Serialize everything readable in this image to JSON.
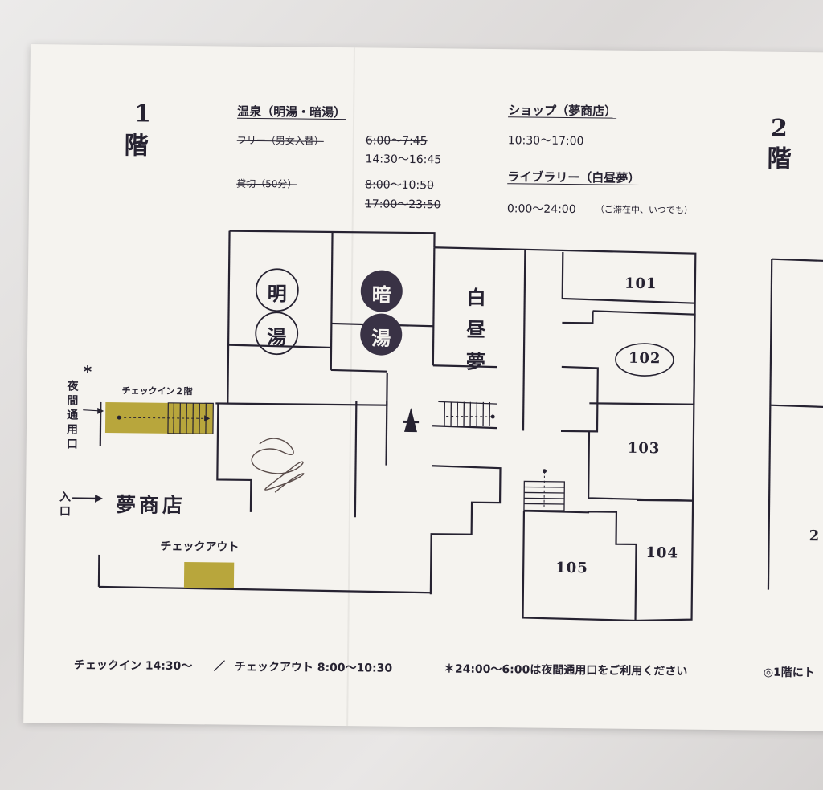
{
  "floors": {
    "floor1_number": "1",
    "floor1_label": "階",
    "floor2_number": "2",
    "floor2_label": "階"
  },
  "hot_spring": {
    "title": "温泉（明湯・暗湯）",
    "free_label": "フリー（男女入替）",
    "free_times": [
      "6:00～7:45",
      "14:30～16:45"
    ],
    "private_label": "貸切（50分）",
    "private_times": [
      "8:00～10:50",
      "17:00～23:50"
    ]
  },
  "shop": {
    "title": "ショップ（夢商店）",
    "hours": "10:30～17:00"
  },
  "library": {
    "title": "ライブラリー（白昼夢）",
    "hours": "0:00～24:00",
    "note": "（ご滞在中、いつでも）"
  },
  "map": {
    "bath_a_chars": [
      "明",
      "湯"
    ],
    "bath_b_chars": [
      "暗",
      "湯"
    ],
    "library_chars": [
      "白",
      "昼",
      "夢"
    ],
    "rooms": [
      "101",
      "102",
      "103",
      "104",
      "105"
    ],
    "night_entrance_star": "*",
    "night_entrance_chars": [
      "夜",
      "間",
      "通",
      "用",
      "口"
    ],
    "entrance_chars": [
      "入",
      "口"
    ],
    "shop_name": "夢商店",
    "checkin_label": "チェックイン２階",
    "checkout_label": "チェックアウト",
    "room_two_partial": "2"
  },
  "footer": {
    "checkin": "チェックイン 14:30～",
    "separator": "／",
    "checkout": "チェックアウト 8:00～10:30",
    "night_note": "＊24:00～6:00は夜間通用口をご利用ください",
    "extra_note": "◎1階にト"
  },
  "colors": {
    "ink": "#262231",
    "gold": "#b8a63c",
    "paper": "#f5f3ef"
  }
}
